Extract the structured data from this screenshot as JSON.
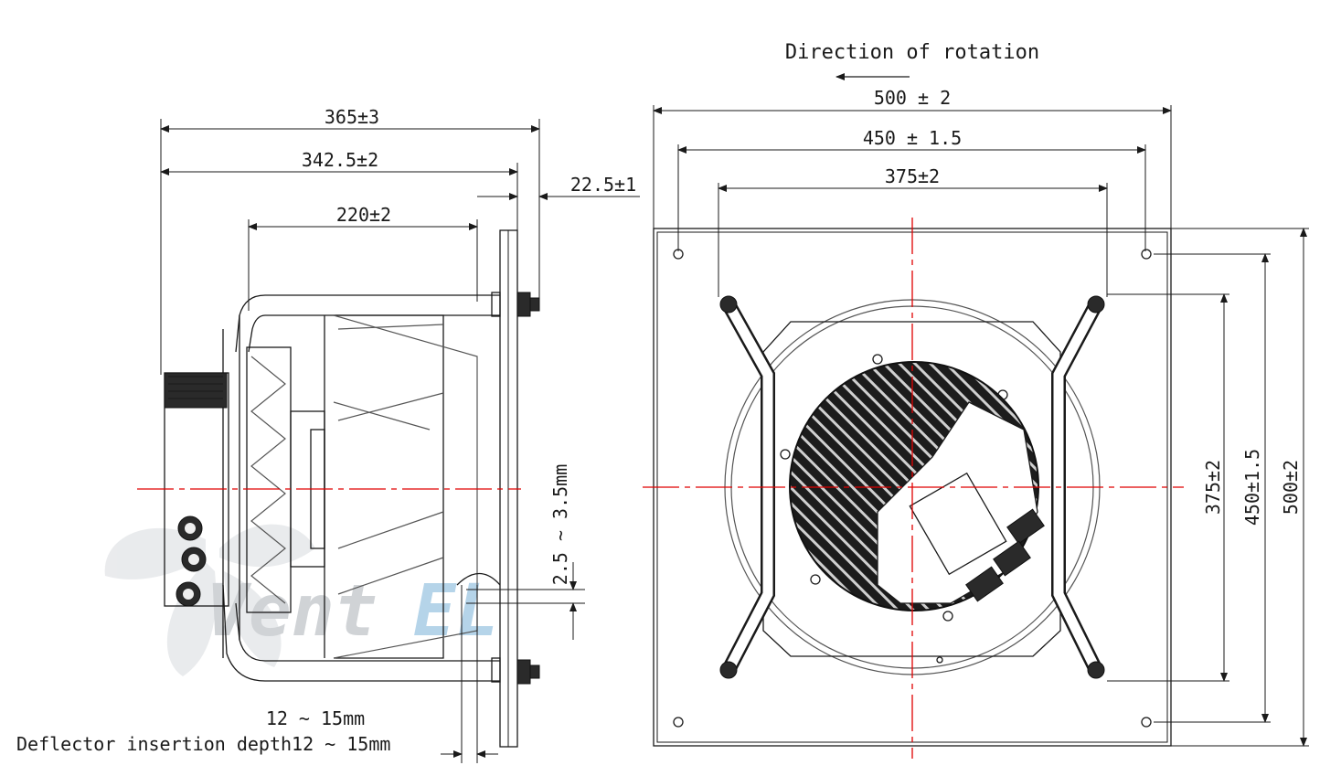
{
  "title": "Direction of rotation",
  "side_view": {
    "dim_total": "365±3",
    "dim_body": "342.5±2",
    "dim_flange": "22.5±1",
    "dim_impeller": "220±2",
    "dim_gap": "2.5 ~ 3.5mm",
    "dim_insertion": "12 ~ 15mm",
    "note_deflector": "Deflector insertion depth12 ~ 15mm"
  },
  "front_view": {
    "dim_width_outer": "500 ± 2",
    "dim_width_holes": "450 ± 1.5",
    "dim_width_handles": "375±2",
    "dim_height_handles": "375±2",
    "dim_height_holes": "450±1.5",
    "dim_height_outer": "500±2"
  },
  "watermark": {
    "text": "VentEL",
    "colors": {
      "vent": "#c8ccd0",
      "el": "#a9cde6"
    }
  },
  "colors": {
    "centerline": "#e00000",
    "line": "#1a1a1a"
  }
}
